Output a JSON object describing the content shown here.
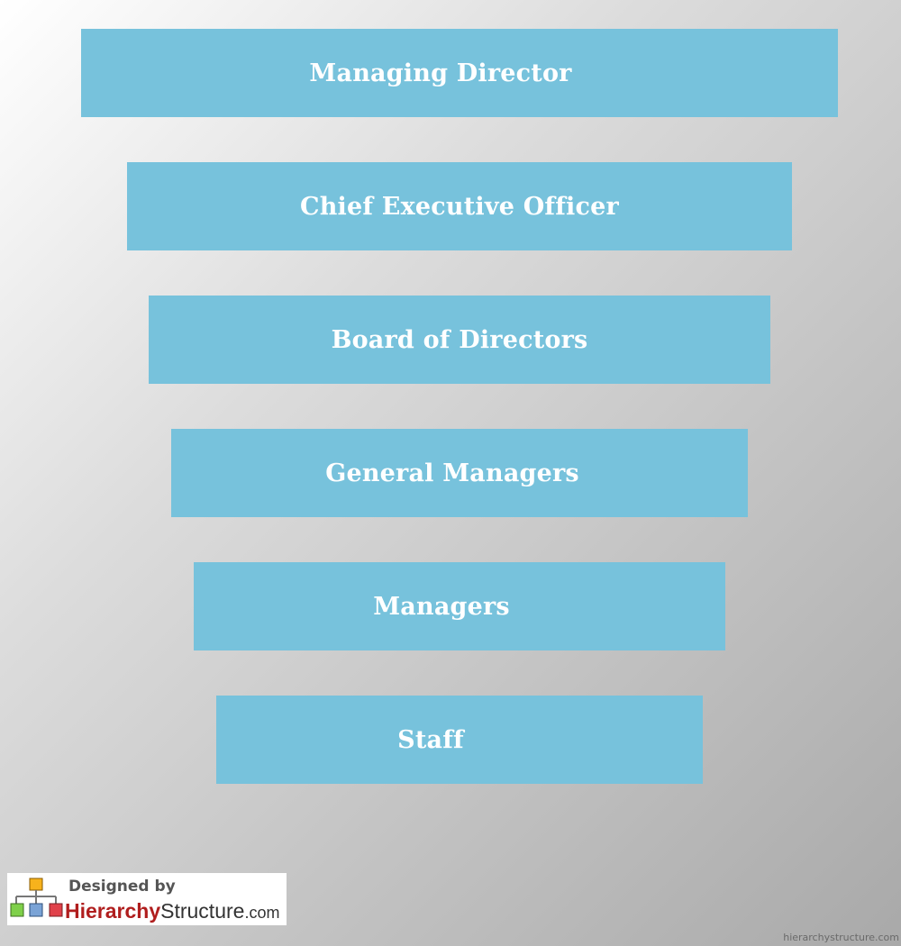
{
  "levels": [
    "Managing Director",
    "Chief Executive Officer",
    "Board of Directors",
    "General Managers",
    "Managers",
    "Staff"
  ],
  "colors": {
    "box": "#77c2dc",
    "box_text": "#ffffff",
    "brand_red": "#b01e1e"
  },
  "logo": {
    "designed_by": "Designed by",
    "brand_part1": "Hierarchy",
    "brand_part2": "Structure",
    "brand_part3": ".com",
    "icon": "org-chart-icon"
  },
  "footer_url": "hierarchystructure.com"
}
